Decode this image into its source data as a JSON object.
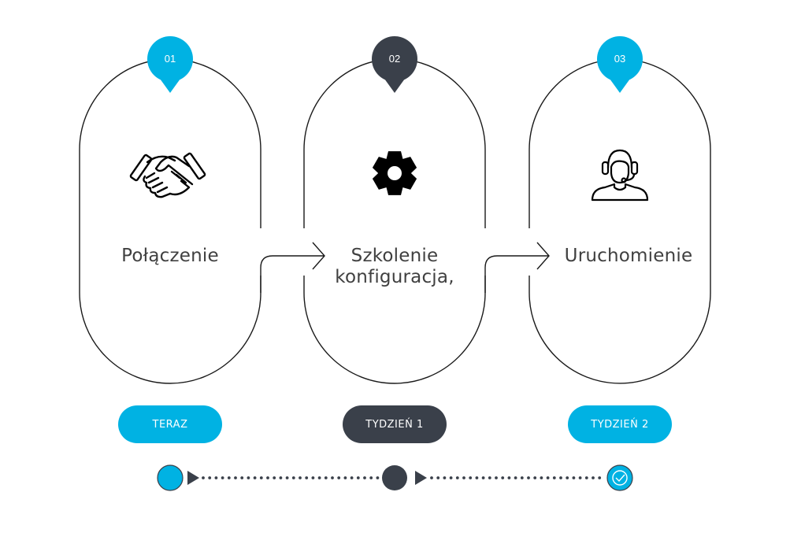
{
  "colors": {
    "accent": "#00b2e3",
    "dark": "#3a404a",
    "outline": "#1a1a1a",
    "text": "#404040"
  },
  "stages": [
    {
      "number": "01",
      "title": [
        "Połączenie"
      ],
      "icon": "handshake-icon",
      "pin_color": "accent"
    },
    {
      "number": "02",
      "title": [
        "Szkolenie",
        "konfiguracja,"
      ],
      "icon": "gear-icon",
      "pin_color": "dark"
    },
    {
      "number": "03",
      "title": [
        "Uruchomienie"
      ],
      "icon": "headset-agent-icon",
      "pin_color": "accent"
    }
  ],
  "timeline": [
    {
      "label": "TERAZ",
      "color": "accent",
      "marker": "filled-circle"
    },
    {
      "label": "TYDZIEŃ 1",
      "color": "dark",
      "marker": "filled-circle"
    },
    {
      "label": "TYDZIEŃ 2",
      "color": "accent",
      "marker": "check-circle"
    }
  ]
}
